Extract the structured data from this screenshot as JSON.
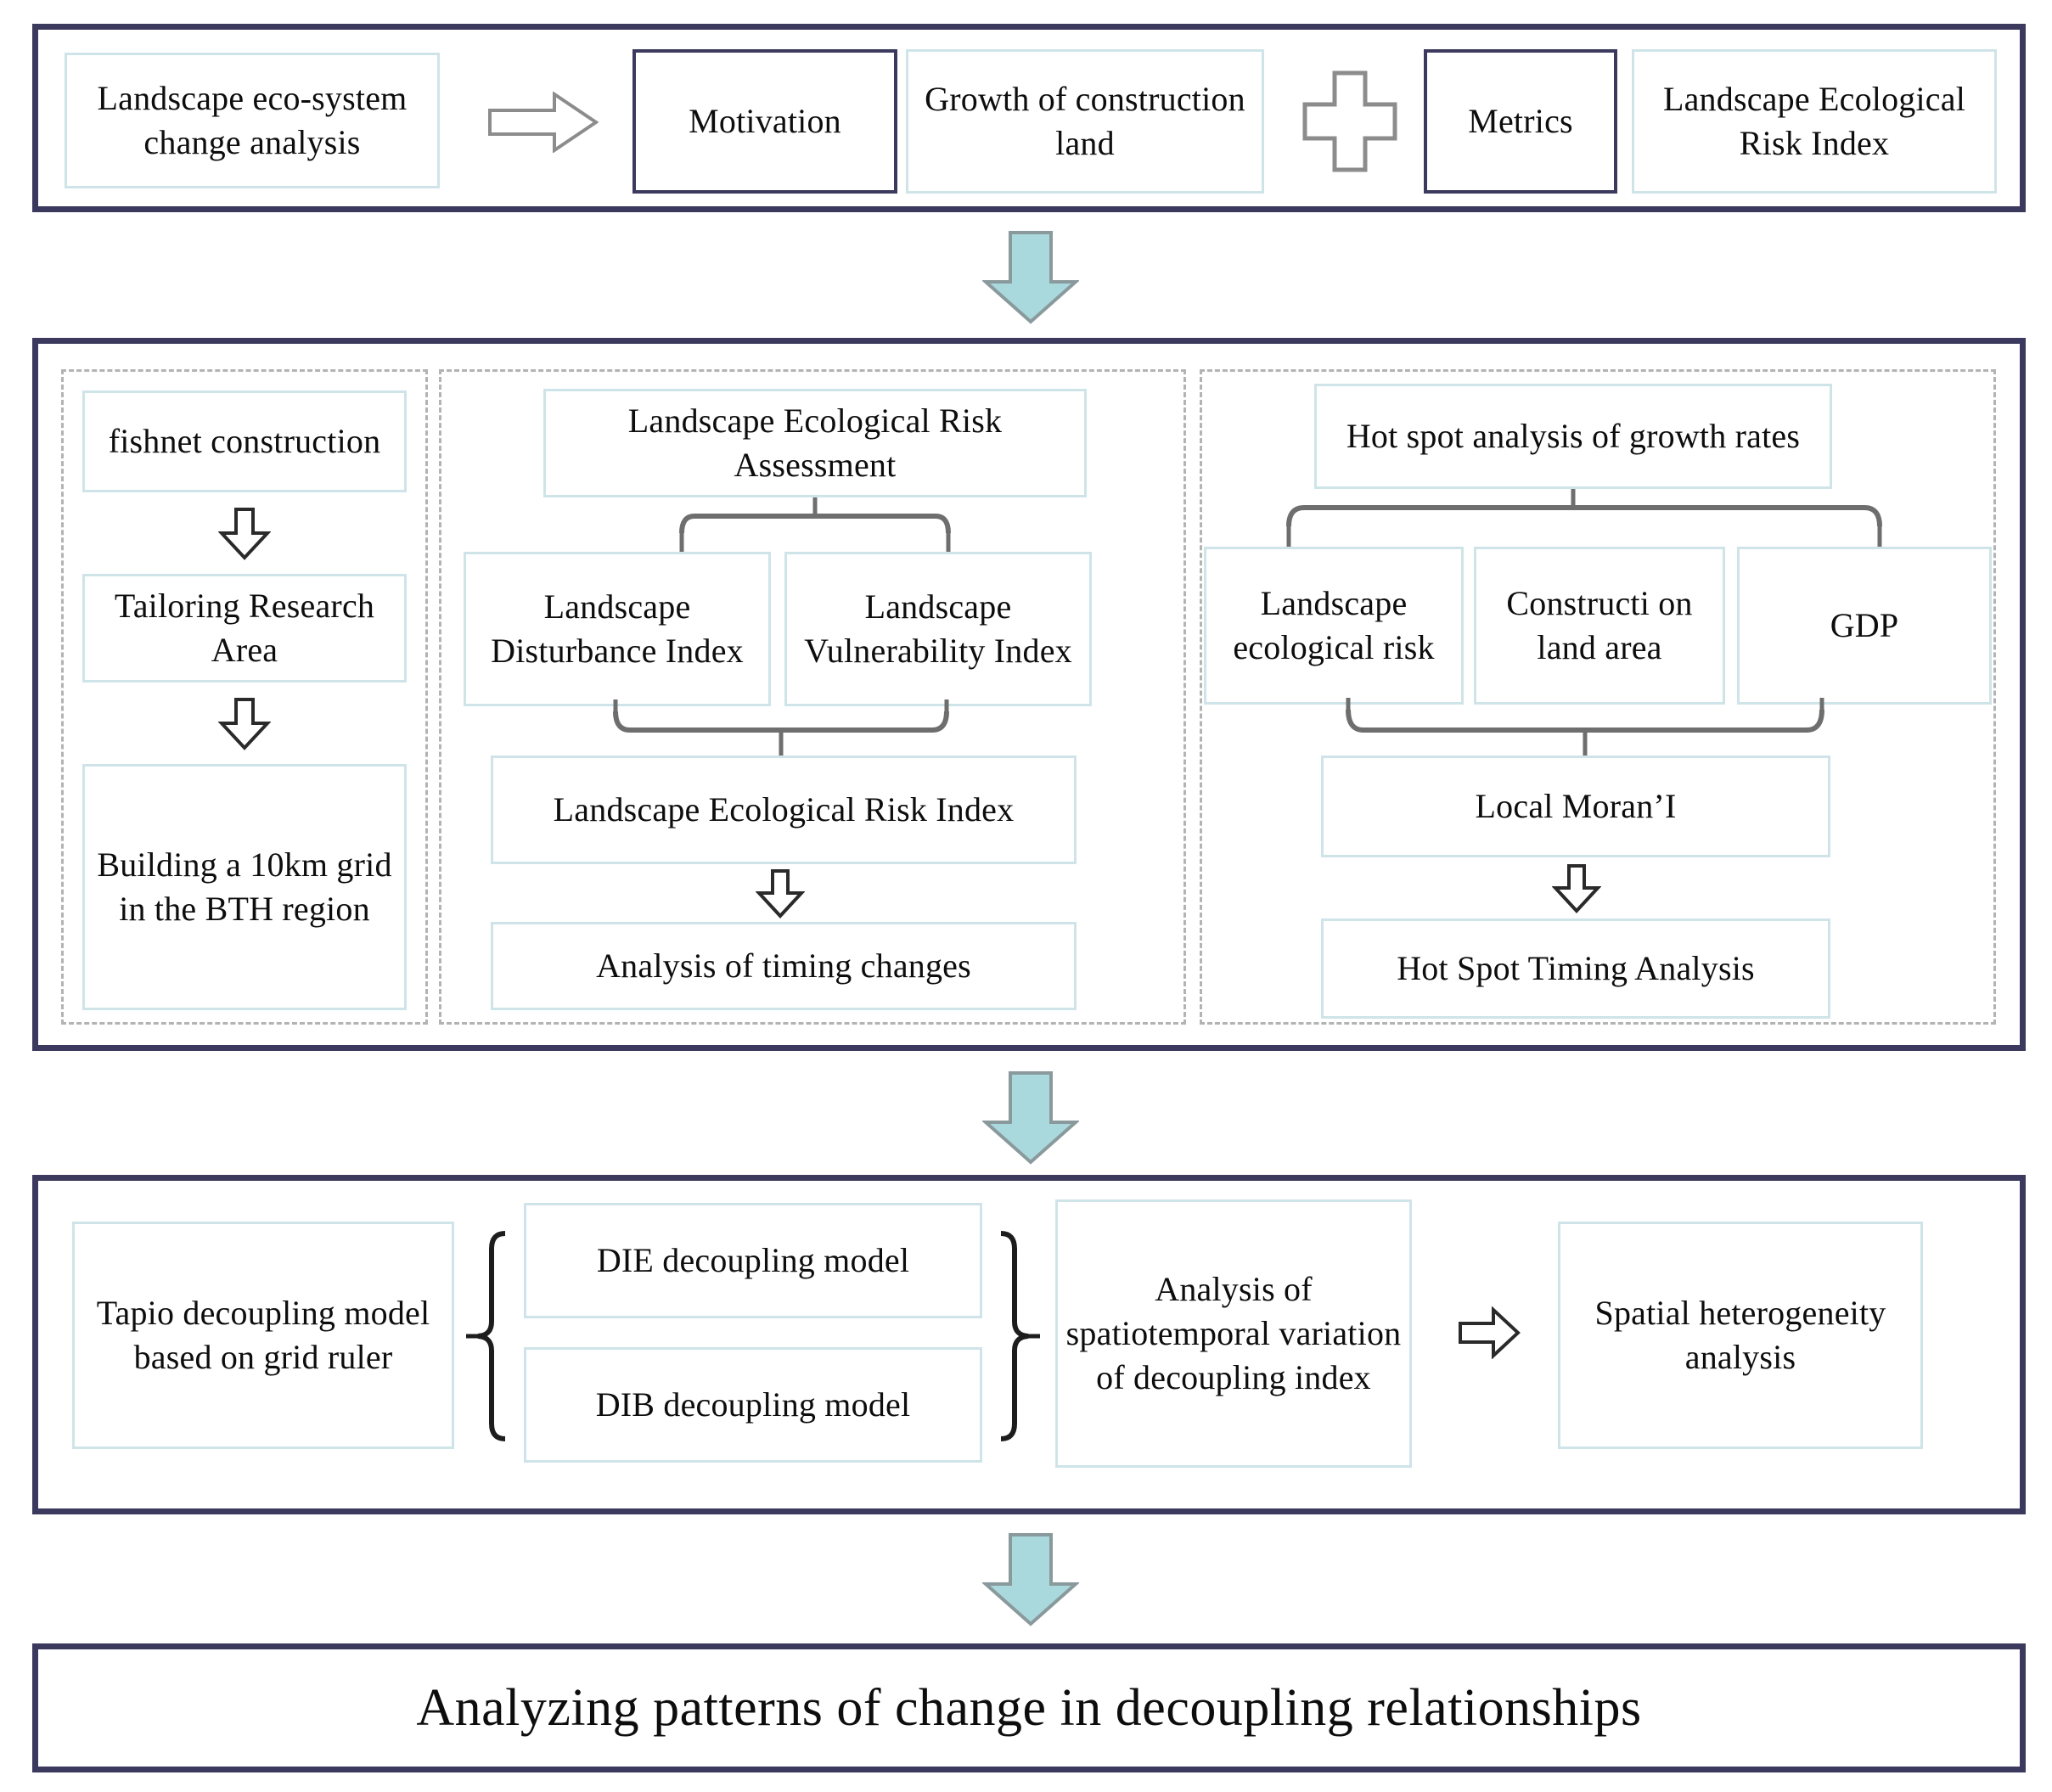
{
  "diagram": {
    "title": "Research framework flowchart",
    "colors": {
      "section_border": "#3b3a5e",
      "box_border": "#cfe4e8",
      "box_border_accent": "#3b3a5e",
      "panel_border": "#b3b3b3",
      "teal_arrow_fill": "#a9d9dd",
      "teal_arrow_stroke": "#8a9a9c",
      "connector": "#6e6e6e"
    },
    "section1": {
      "boxes": {
        "source": "Landscape eco-system change analysis",
        "motivation": "Motivation",
        "growth": "Growth of construction land",
        "metrics": "Metrics",
        "leri": "Landscape Ecological Risk Index"
      },
      "icons": {
        "arrow": "right-arrow-icon",
        "plus": "plus-icon"
      }
    },
    "section2": {
      "left_panel": {
        "step1": "fishnet construction",
        "step2": "Tailoring Research Area",
        "step3": "Building a 10km grid in the BTH region"
      },
      "middle_panel": {
        "head": "Landscape Ecological Risk Assessment",
        "left": "Landscape Disturbance Index",
        "right": "Landscape Vulnerability Index",
        "merge": "Landscape Ecological Risk Index",
        "result": "Analysis of timing  changes"
      },
      "right_panel": {
        "head": "Hot spot analysis of growth rates",
        "input1": "Landscape ecological risk",
        "input2": "Constructi on land area",
        "input3": "GDP",
        "merge": "Local Moran’I",
        "result": "Hot Spot Timing Analysis"
      }
    },
    "section3": {
      "model": "Tapio decoupling model based on grid ruler",
      "die": "DIE decoupling model",
      "dib": "DIB decoupling model",
      "analysis": "Analysis of spatiotemporal variation of decoupling index",
      "spatial": "Spatial heterogeneity analysis"
    },
    "section4": {
      "conclusion": "Analyzing patterns of change in decoupling relationships"
    }
  }
}
